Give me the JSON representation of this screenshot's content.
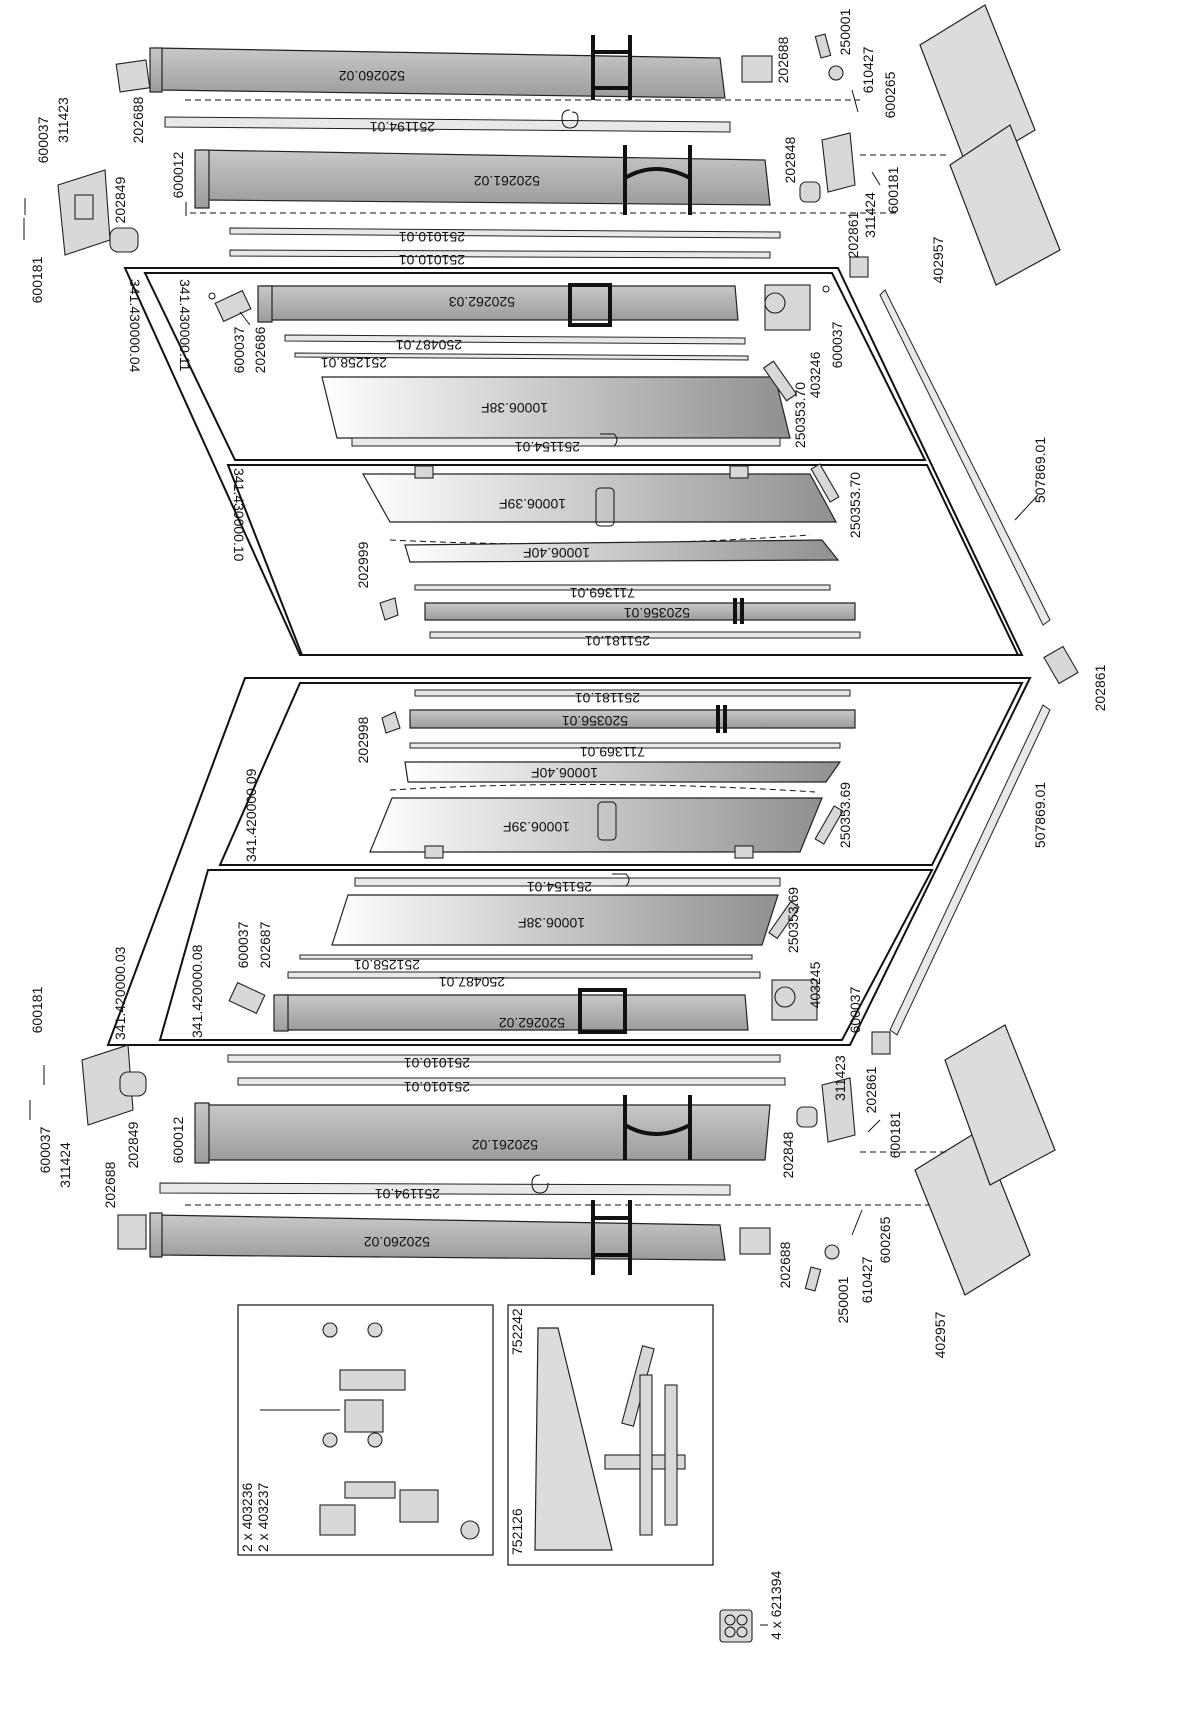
{
  "diagram": {
    "left_frame": {
      "frame_label": "341.430000.04",
      "panel_fixed_label": "341.430000.11",
      "panel_sliding_label": "341.430000.10",
      "top_profile": "520260.02",
      "seal_profile": "251194.01",
      "side_profile": "520261.02",
      "seal_a": "251010.01",
      "seal_b": "251010.01",
      "handle_profile": "520262.03",
      "seal_c": "250487.01",
      "seal_d": "251258.01",
      "glass_fixed": "10006.38F",
      "seal_e": "251154.01",
      "glass_sliding_a": "10006.39F",
      "glass_sliding_b": "10006.40F",
      "seal_f": "711369.01",
      "profile_g": "520356.01",
      "seal_h": "251181.01"
    },
    "right_frame": {
      "frame_label": "341.420000.03",
      "panel_fixed_label": "341.420000.08",
      "panel_sliding_label": "341.420000.09",
      "top_profile": "520260.02",
      "seal_profile": "251194.01",
      "side_profile": "520261.02",
      "seal_a": "251010.01",
      "seal_b": "251010.01",
      "handle_profile": "520262.02",
      "seal_c": "250487.01",
      "seal_d": "251258.01",
      "glass_fixed": "10006.38F",
      "seal_e": "251154.01",
      "glass_sliding_a": "10006.39F",
      "glass_sliding_b": "10006.40F",
      "seal_f": "711369.01",
      "profile_g": "520356.01",
      "seal_h": "251181.01"
    },
    "callouts": {
      "c_600181_a": "600181",
      "c_600037_a": "600037",
      "c_311423_a": "311423",
      "c_202688_a": "202688",
      "c_202849_a": "202849",
      "c_600012_a": "600012",
      "c_202688_b": "202688",
      "c_250001_a": "250001",
      "c_610427_a": "610427",
      "c_600265_a": "600265",
      "c_202848_a": "202848",
      "c_600181_b": "600181",
      "c_311424_a": "311424",
      "c_202861_a": "202861",
      "c_402957_a": "402957",
      "c_600037_b": "600037",
      "c_202686": "202686",
      "c_403246": "403246",
      "c_600037_c": "600037",
      "c_250353_70_a": "250353.70",
      "c_250353_70_b": "250353.70",
      "c_202999": "202999",
      "c_507869_a": "507869.01",
      "c_202861_b": "202861",
      "c_202998": "202998",
      "c_250353_69_a": "250353.69",
      "c_507869_b": "507869.01",
      "c_600037_d": "600037",
      "c_202687": "202687",
      "c_250353_69_b": "250353.69",
      "c_403245": "403245",
      "c_600037_e": "600037",
      "c_600181_c": "600181",
      "c_600037_f": "600037",
      "c_311424_b": "311424",
      "c_202688_c": "202688",
      "c_202849_b": "202849",
      "c_600012_b": "600012",
      "c_202861_c": "202861",
      "c_311423_b": "311423",
      "c_202848_b": "202848",
      "c_600181_d": "600181",
      "c_202688_d": "202688",
      "c_600265_b": "600265",
      "c_610427_b": "610427",
      "c_250001_b": "250001",
      "c_402957_b": "402957"
    },
    "inset_hinges": {
      "line1": "2 x 403236",
      "line2": "2 x 403237"
    },
    "inset_handle": {
      "label_a": "752126",
      "label_b": "752242"
    },
    "pads_label": "4 x 621394"
  }
}
